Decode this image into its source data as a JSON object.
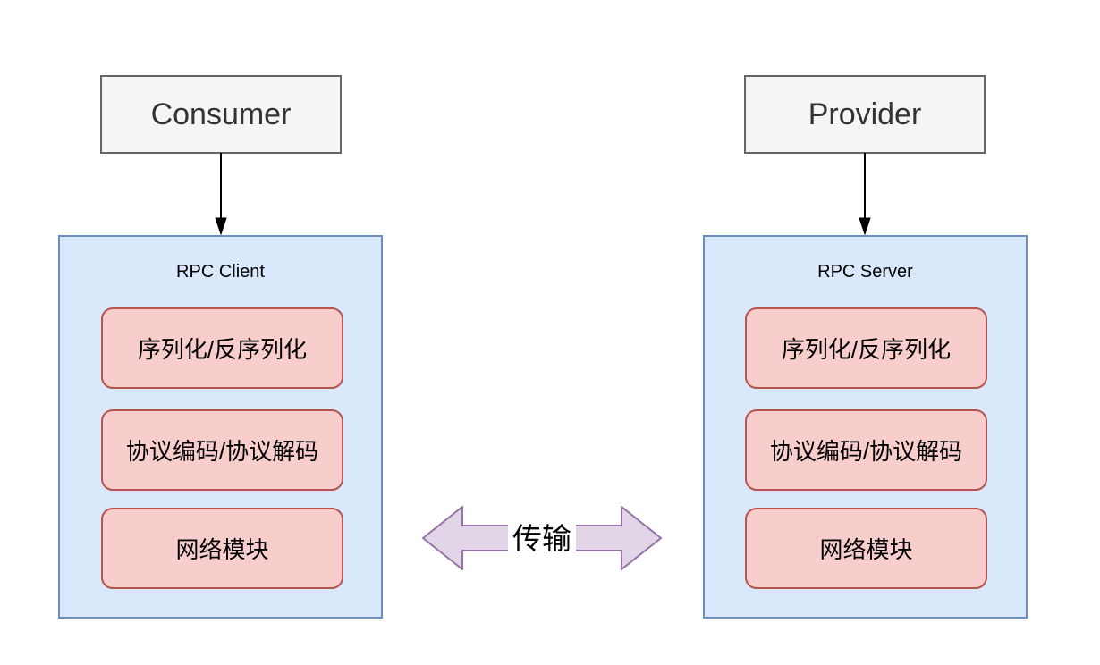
{
  "diagram": {
    "consumer": {
      "label": "Consumer"
    },
    "provider": {
      "label": "Provider"
    },
    "rpc_client": {
      "title": "RPC Client",
      "modules": [
        "序列化/反序列化",
        "协议编码/协议解码",
        "网络模块"
      ]
    },
    "rpc_server": {
      "title": "RPC Server",
      "modules": [
        "序列化/反序列化",
        "协议编码/协议解码",
        "网络模块"
      ]
    },
    "transport": {
      "label": "传输"
    },
    "colors": {
      "endpoint_fill": "#f5f5f5",
      "endpoint_border": "#666666",
      "endpoint_text": "#333333",
      "container_fill": "#dae8fc",
      "container_border": "#6c8ebf",
      "module_fill": "#f8cecc",
      "module_border": "#b85450",
      "transport_arrow_fill": "#e1d5e7",
      "transport_arrow_border": "#9673a6",
      "connector_color": "#000000"
    }
  }
}
